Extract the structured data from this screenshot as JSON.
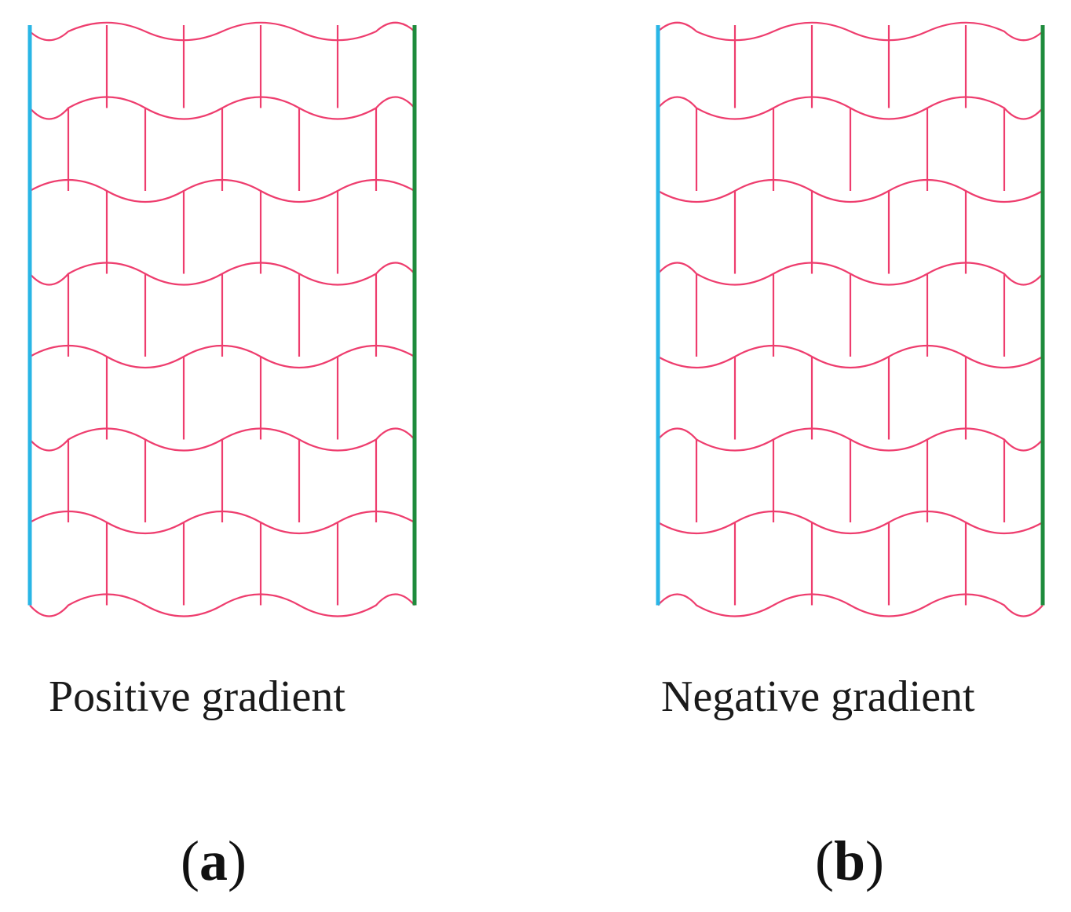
{
  "colors": {
    "lattice": "#ee3d6e",
    "left_boundary": "#29b6e6",
    "right_boundary": "#1e8b3c"
  },
  "panels": [
    {
      "id": "a",
      "caption": "Positive gradient",
      "label_open": "(",
      "label_letter": "a",
      "label_close": ")",
      "gradient_sign": "positive"
    },
    {
      "id": "b",
      "caption": "Negative gradient",
      "label_open": "(",
      "label_letter": "b",
      "label_close": ")",
      "gradient_sign": "negative"
    }
  ]
}
